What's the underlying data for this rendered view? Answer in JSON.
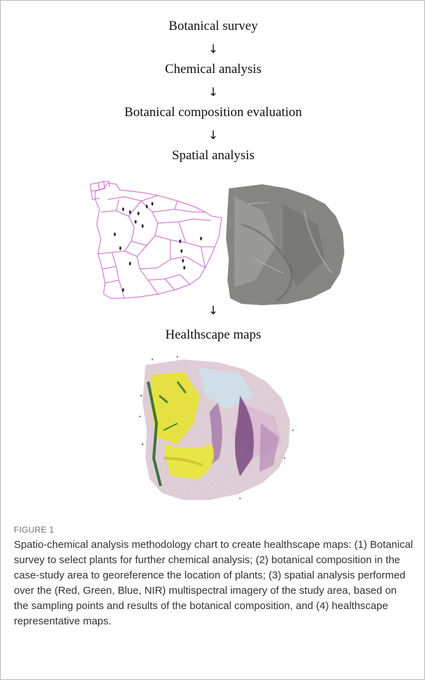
{
  "figure": {
    "steps": [
      {
        "label": "Botanical survey"
      },
      {
        "label": "Chemical analysis"
      },
      {
        "label": "Botanical composition evaluation"
      },
      {
        "label": "Spatial analysis"
      },
      {
        "label": "Healthscape maps"
      }
    ],
    "arrow_glyph": "↓",
    "caption": {
      "label": "FIGURE 1",
      "text": "Spatio-chemical analysis methodology chart to create healthscape maps: (1) Botanical survey to select plants for further chemical analysis; (2) botanical composition in the case-study area to georeference the location of plants; (3) spatial analysis performed over the (Red, Green, Blue, NIR) multispectral imagery of the study area, based on the sampling points and results of the botanical composition, and (4) healthscape representative maps."
    },
    "colors": {
      "parcel_lines": "#cc66cc",
      "sample_points": "#2a2a2a",
      "healthscape_yellow": "#e6e23a",
      "healthscape_purple": "#7a4a80",
      "healthscape_green": "#2f6a2a"
    }
  }
}
